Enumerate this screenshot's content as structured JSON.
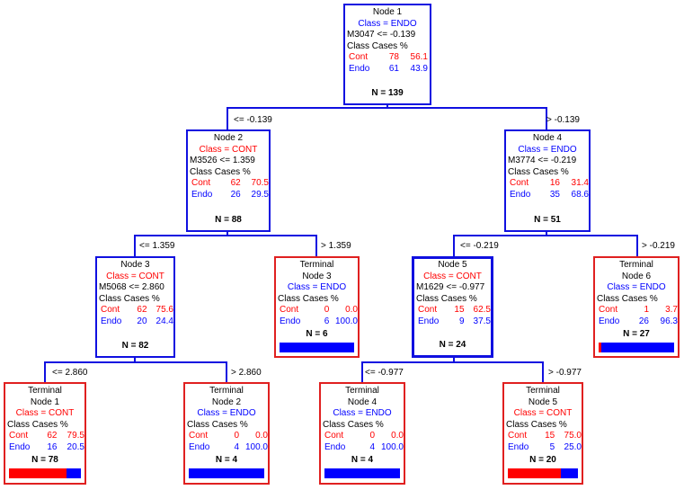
{
  "nodes": {
    "n1": {
      "title": "Node 1",
      "class_text": "Class = ENDO",
      "split": "M3047 <= -0.139",
      "header": "Class Cases   %",
      "cont": [
        "Cont",
        "78",
        "56.1"
      ],
      "endo": [
        "Endo",
        "61",
        "43.9"
      ],
      "n": "N = 139"
    },
    "n2": {
      "title": "Node 2",
      "class_text": "Class = CONT",
      "split": "M3526 <= 1.359",
      "header": "Class Cases   %",
      "cont": [
        "Cont",
        "62",
        "70.5"
      ],
      "endo": [
        "Endo",
        "26",
        "29.5"
      ],
      "n": "N = 88"
    },
    "n4": {
      "title": "Node 4",
      "class_text": "Class = ENDO",
      "split": "M3774 <= -0.219",
      "header": "Class Cases   %",
      "cont": [
        "Cont",
        "16",
        "31.4"
      ],
      "endo": [
        "Endo",
        "35",
        "68.6"
      ],
      "n": "N = 51"
    },
    "n3": {
      "title": "Node 3",
      "class_text": "Class = CONT",
      "split": "M5068 <= 2.860",
      "header": "Class Cases   %",
      "cont": [
        "Cont",
        "62",
        "75.6"
      ],
      "endo": [
        "Endo",
        "20",
        "24.4"
      ],
      "n": "N = 82"
    },
    "n5": {
      "title": "Node 5",
      "class_text": "Class = CONT",
      "split": "M1629 <= -0.977",
      "header": "Class Cases   %",
      "cont": [
        "Cont",
        "15",
        "62.5"
      ],
      "endo": [
        "Endo",
        "9",
        "37.5"
      ],
      "n": "N = 24"
    },
    "t3": {
      "kind": "Terminal",
      "title": "Node 3",
      "class_text": "Class = ENDO",
      "header": "Class Cases   %",
      "cont": [
        "Cont",
        "0",
        "0.0"
      ],
      "endo": [
        "Endo",
        "6",
        "100.0"
      ],
      "n": "N = 6",
      "cont_fraction": 0.0
    },
    "t6": {
      "kind": "Terminal",
      "title": "Node 6",
      "class_text": "Class = ENDO",
      "header": "Class Cases   %",
      "cont": [
        "Cont",
        "1",
        "3.7"
      ],
      "endo": [
        "Endo",
        "26",
        "96.3"
      ],
      "n": "N = 27",
      "cont_fraction": 0.037
    },
    "t1": {
      "kind": "Terminal",
      "title": "Node 1",
      "class_text": "Class = CONT",
      "header": "Class Cases   %",
      "cont": [
        "Cont",
        "62",
        "79.5"
      ],
      "endo": [
        "Endo",
        "16",
        "20.5"
      ],
      "n": "N = 78",
      "cont_fraction": 0.795
    },
    "t2": {
      "kind": "Terminal",
      "title": "Node 2",
      "class_text": "Class = ENDO",
      "header": "Class Cases   %",
      "cont": [
        "Cont",
        "0",
        "0.0"
      ],
      "endo": [
        "Endo",
        "4",
        "100.0"
      ],
      "n": "N = 4",
      "cont_fraction": 0.0
    },
    "t4": {
      "kind": "Terminal",
      "title": "Node 4",
      "class_text": "Class = ENDO",
      "header": "Class Cases   %",
      "cont": [
        "Cont",
        "0",
        "0.0"
      ],
      "endo": [
        "Endo",
        "4",
        "100.0"
      ],
      "n": "N = 4",
      "cont_fraction": 0.0
    },
    "t5": {
      "kind": "Terminal",
      "title": "Node 5",
      "class_text": "Class = CONT",
      "header": "Class Cases   %",
      "cont": [
        "Cont",
        "15",
        "75.0"
      ],
      "endo": [
        "Endo",
        "5",
        "25.0"
      ],
      "n": "N = 20",
      "cont_fraction": 0.75
    }
  },
  "edges": {
    "n1_left": "<= -0.139",
    "n1_right": ">  -0.139",
    "n2_left": "<=  1.359",
    "n2_right": ">  1.359",
    "n4_left": "<= -0.219",
    "n4_right": "> -0.219",
    "n3_left": "<=  2.860",
    "n3_right": ">  2.860",
    "n5_left": "<= -0.977",
    "n5_right": ">  -0.977"
  },
  "colors": {
    "cont": "#ff0000",
    "endo": "#0000ff",
    "split_border": "#1010e0",
    "terminal_border": "#e02020"
  }
}
